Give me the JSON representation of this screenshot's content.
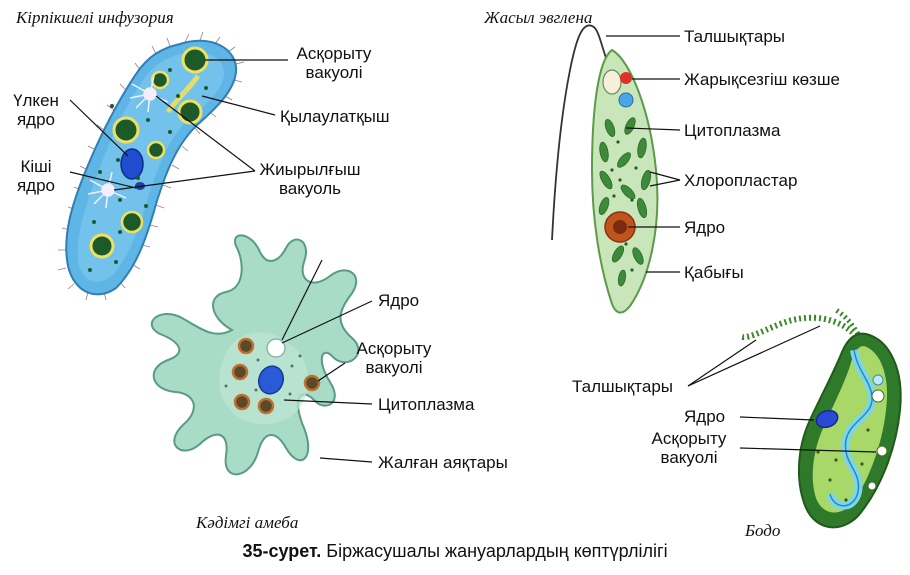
{
  "titles": {
    "paramecium": "Кірпікшелі инфузория",
    "euglena": "Жасыл эвглена",
    "amoeba": "Кәдімгі амеба",
    "bodo": "Бодо"
  },
  "labels": {
    "paramecium": {
      "digestive_vacuole_1": "Асқорыту",
      "digestive_vacuole_2": "вакуолі",
      "macronucleus_1": "Үлкен",
      "macronucleus_2": "ядро",
      "micronucleus_1": "Кіші",
      "micronucleus_2": "ядро",
      "cytopharynx": "Қылаулатқыш",
      "contractile_vacuole_1": "Жиырылғыш",
      "contractile_vacuole_2": "вакуоль"
    },
    "euglena": {
      "flagella": "Талшықтары",
      "eyespot": "Жарықсезгіш көзше",
      "cytoplasm": "Цитоплазма",
      "chloroplasts": "Хлоропластар",
      "nucleus": "Ядро",
      "pellicle": "Қабығы"
    },
    "amoeba": {
      "nucleus": "Ядро",
      "digestive_vacuole_1": "Асқорыту",
      "digestive_vacuole_2": "вакуолі",
      "cytoplasm": "Цитоплазма",
      "pseudopodia": "Жалған аяқтары"
    },
    "bodo": {
      "flagella": "Талшықтары",
      "nucleus": "Ядро",
      "digestive_vacuole_1": "Асқорыту",
      "digestive_vacuole_2": "вакуолі"
    }
  },
  "caption": {
    "number": "35-сурет.",
    "text": "Біржасушалы жануарлардың көптүрлілігі"
  }
}
